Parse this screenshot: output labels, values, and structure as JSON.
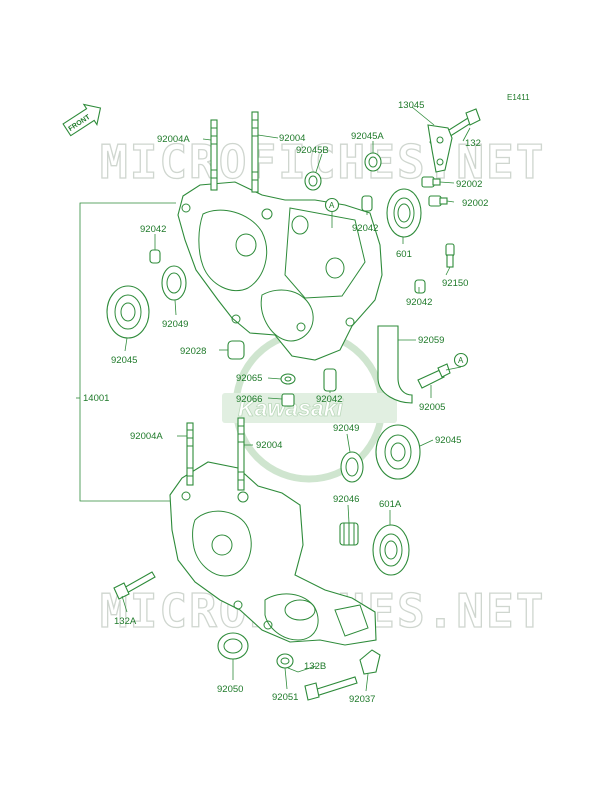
{
  "diagram": {
    "ref_code": "E1411",
    "front_label": "FRONT",
    "watermark_text": "MICROFICHES.NET",
    "logo_text": "Kawasaki",
    "accent_color": "#2e8b3a",
    "part_numbers": {
      "p13045": "13045",
      "p132": "132",
      "p92004A_top": "92004A",
      "p92004_top": "92004",
      "p92045A": "92045A",
      "p92045B": "92045B",
      "p92002_a": "92002",
      "p92002_b": "92002",
      "p92042_left": "92042",
      "p92042_mid": "92042",
      "p601": "601",
      "p92150": "92150",
      "p92042_right": "92042",
      "p92049_top": "92049",
      "p92045_left": "92045",
      "p92028": "92028",
      "p92059": "92059",
      "p92065": "92065",
      "p92066": "92066",
      "p92042_low": "92042",
      "p92005": "92005",
      "p14001": "14001",
      "p92004A_bottom": "92004A",
      "p92004_bottom": "92004",
      "p92049_bottom": "92049",
      "p92045_right": "92045",
      "p92046": "92046",
      "p601A": "601A",
      "p132A": "132A",
      "p132B": "132B",
      "p92050": "92050",
      "p92051": "92051",
      "p92037": "92037"
    },
    "callout_markers": {
      "a_top": "A",
      "a_right": "A"
    }
  }
}
